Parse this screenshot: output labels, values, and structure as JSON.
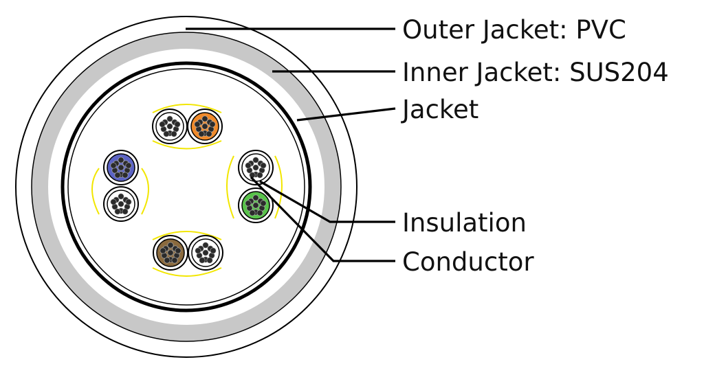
{
  "labels": {
    "outer_jacket": "Outer Jacket: PVC",
    "inner_jacket": "Inner Jacket: SUS204",
    "jacket": "Jacket",
    "insulation": "Insulation",
    "conductor": "Conductor"
  },
  "pairs": [
    {
      "name": "orange-pair",
      "color_a": "#ffffff",
      "color_b": "#f08a2b"
    },
    {
      "name": "green-pair",
      "color_a": "#ffffff",
      "color_b": "#58c24a"
    },
    {
      "name": "brown-pair",
      "color_a": "#8a6a3e",
      "color_b": "#ffffff"
    },
    {
      "name": "blue-pair",
      "color_a": "#5b63c4",
      "color_b": "#ffffff"
    }
  ],
  "colors": {
    "outer_jacket": "#ffffff",
    "inner_jacket_band": "#c8c8c8",
    "jacket_ring": "#000000",
    "pair_wrap": "#f2e600",
    "strand": "#2b2b2b"
  }
}
